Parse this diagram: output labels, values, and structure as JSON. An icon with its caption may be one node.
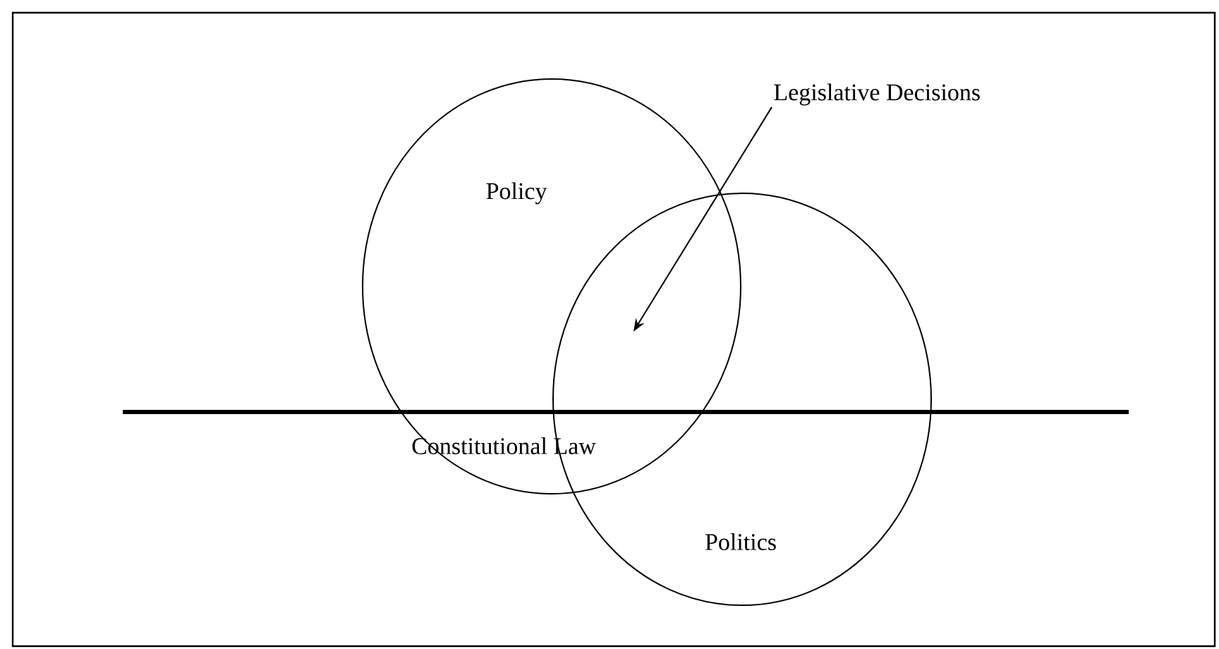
{
  "diagram": {
    "nodes": [
      {
        "text": [
          "Policy"
        ]
      },
      {
        "text": [
          "Politics"
        ]
      },
      {
        "text": [
          "Legislative Decisions"
        ]
      }
    ],
    "edges": [
      {
        "from": 2,
        "to": 1,
        "arrow": "to"
      }
    ],
    "labels": [
      "Constitutional Law"
    ]
  }
}
